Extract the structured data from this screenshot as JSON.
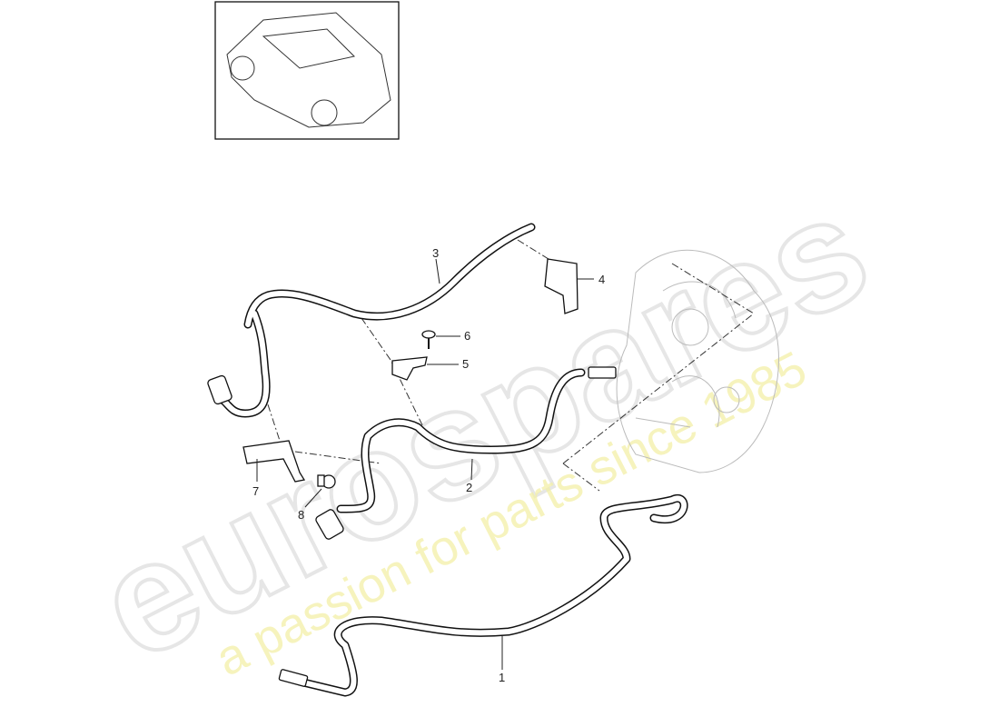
{
  "watermark": {
    "brand": "eurospares",
    "tagline": "a passion for parts since 1985"
  },
  "thumbnail": {
    "subject": "car-overview"
  },
  "callouts": [
    {
      "id": "1",
      "label": "1"
    },
    {
      "id": "2",
      "label": "2"
    },
    {
      "id": "3",
      "label": "3"
    },
    {
      "id": "4",
      "label": "4"
    },
    {
      "id": "5",
      "label": "5"
    },
    {
      "id": "6",
      "label": "6"
    },
    {
      "id": "7",
      "label": "7"
    },
    {
      "id": "8",
      "label": "8"
    }
  ],
  "colors": {
    "line": "#111111",
    "watermark_brand": "#e6e6e6",
    "watermark_tagline": "#f3f0a8"
  }
}
